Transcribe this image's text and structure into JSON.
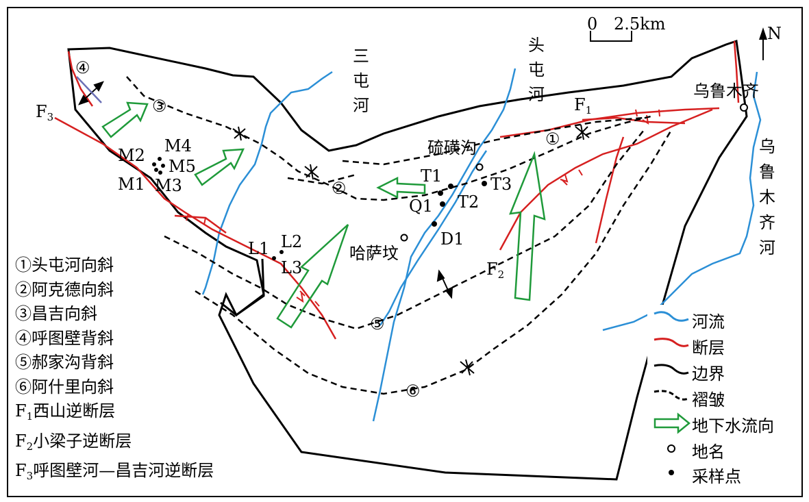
{
  "scale": {
    "zero": "0",
    "value": "2.5km"
  },
  "north": "N",
  "rivers": {
    "santunhe": "三屯河",
    "toutunhe": "头屯河",
    "urumqi_river": "乌鲁木齐河"
  },
  "places": {
    "urumqi": "乌鲁木齐",
    "liuhuanggou": "硫磺沟",
    "hasafen": "哈萨坟"
  },
  "samples": {
    "M1": "M1",
    "M2": "M2",
    "M3": "M3",
    "M4": "M4",
    "M5": "M5",
    "L1": "L1",
    "L2": "L2",
    "L3": "L3",
    "T1": "T1",
    "T2": "T2",
    "T3": "T3",
    "Q1": "Q1",
    "D1": "D1"
  },
  "fold_markers": [
    "①",
    "②",
    "③",
    "④",
    "⑤",
    "⑥"
  ],
  "faults": {
    "F1": {
      "letter": "F",
      "sub": "1"
    },
    "F2": {
      "letter": "F",
      "sub": "2"
    },
    "F3": {
      "letter": "F",
      "sub": "3"
    }
  },
  "legend_left": [
    "①头屯河向斜",
    "②阿克德向斜",
    "③昌吉向斜",
    "④呼图壁背斜",
    "⑤郝家沟背斜",
    "⑥阿什里向斜"
  ],
  "legend_faults": [
    {
      "letter": "F",
      "sub": "1",
      "text": "西山逆断层"
    },
    {
      "letter": "F",
      "sub": "2",
      "text": "小梁子逆断层"
    },
    {
      "letter": "F",
      "sub": "3",
      "text": "呼图壁河—昌吉河逆断层"
    }
  ],
  "legend_right": {
    "river": "河流",
    "fault": "断层",
    "boundary": "边界",
    "fold": "褶皱",
    "groundwater": "地下水流向",
    "place": "地名",
    "sample": "采样点"
  },
  "colors": {
    "river": "#2b8fd6",
    "fault": "#d62020",
    "boundary": "#000000",
    "fold": "#000000",
    "groundwater": "#1f9a3a"
  }
}
